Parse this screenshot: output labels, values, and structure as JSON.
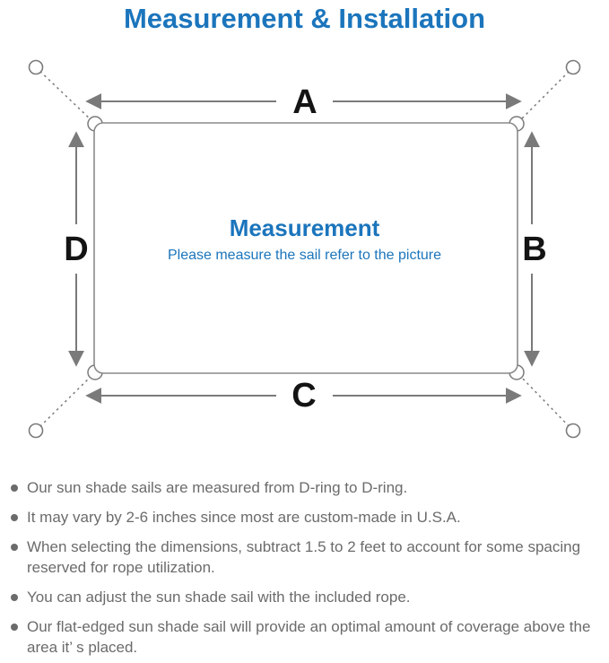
{
  "page": {
    "title": "Measurement & Installation"
  },
  "diagram": {
    "side_labels": {
      "a": "A",
      "b": "B",
      "c": "C",
      "d": "D"
    },
    "center": {
      "title": "Measurement",
      "subtitle": "Please measure the sail refer to the picture"
    }
  },
  "notes": {
    "items": [
      "Our sun shade sails are measured from D-ring to D-ring.",
      "It may vary by 2-6 inches since most are custom-made in U.S.A.",
      "When selecting the dimensions, subtract 1.5 to 2 feet to account for some spacing reserved for rope utilization.",
      "You can adjust the sun shade sail with the included rope.",
      "Our flat-edged sun shade sail will provide an optimal amount of coverage above the area it’ s placed."
    ]
  },
  "colors": {
    "accent_blue": "#1B75BC",
    "line_gray": "#7a7a7a",
    "label_black": "#141414",
    "note_gray": "#6b6b6b"
  }
}
